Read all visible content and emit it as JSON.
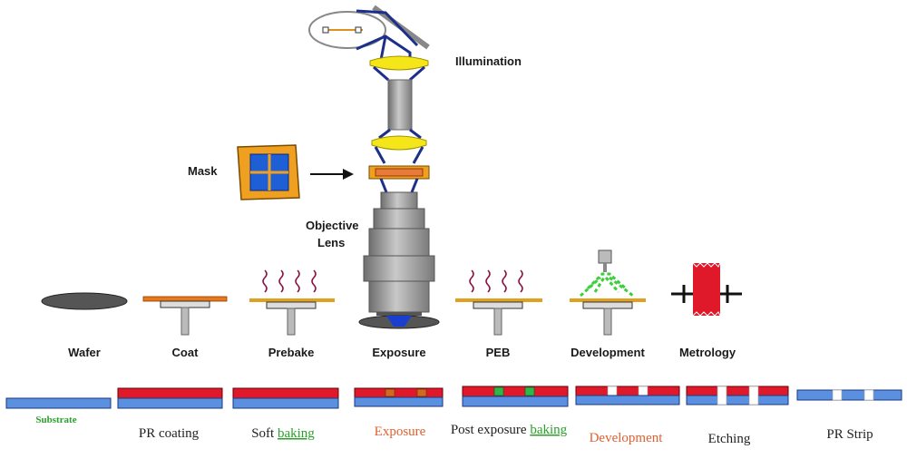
{
  "top_labels": {
    "illumination": "Illumination",
    "mask": "Mask",
    "objective_line1": "Objective",
    "objective_line2": "Lens"
  },
  "process_steps": [
    "Wafer",
    "Coat",
    "Prebake",
    "Exposure",
    "PEB",
    "Development",
    "Metrology"
  ],
  "stages": {
    "substrate": "Substrate",
    "pr_coating": "PR coating",
    "soft_baking_prefix": "Soft ",
    "soft_baking_link": "baking",
    "exposure": "Exposure",
    "post_exposure_prefix": "Post exposure ",
    "post_exposure_link": "baking",
    "development": "Development",
    "etching": "Etching",
    "pr_strip": "PR Strip"
  },
  "colors": {
    "substrate": "#5b8fe0",
    "photoresist": "#e0192a",
    "exposed_spot": "#d2691e",
    "peb_spot": "#2db84a",
    "lens": "#f5e619",
    "mask_frame": "#f0a020",
    "mask_window": "#1f5fd6",
    "column": "#8f8f8f",
    "beam": "#1c2f8a",
    "developer_spray": "#3ccf3c",
    "metrology_block": "#e0192a",
    "label_green": "#2aa02a",
    "label_orange": "#e06030"
  }
}
